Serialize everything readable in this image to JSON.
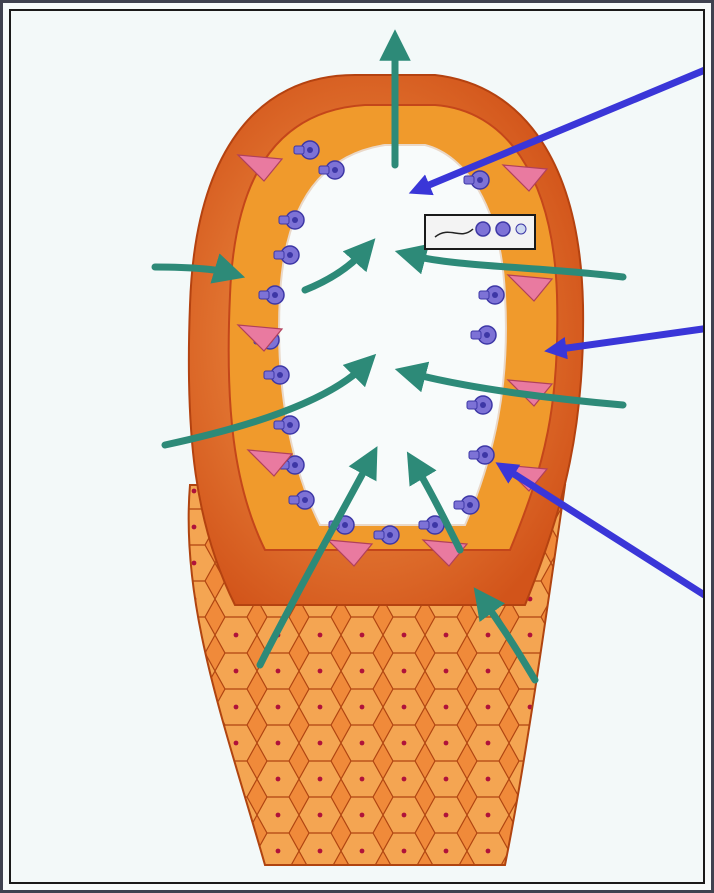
{
  "figure": {
    "subject": "duct-cross-section",
    "colors": {
      "frame_border": "#3f4250",
      "outer_wall": "#e0651c",
      "outer_wall_highlight": "#f4a54c",
      "inner_lining": "#d8431c",
      "gland_tissue": "#f19a2a",
      "lumen": "#f8fbfb",
      "cell_purple": "#7d72d6",
      "cell_nucleus": "#3d37a6",
      "pink_cell": "#e97aa0",
      "flow_arrow": "#2d8a78",
      "pointer_arrow": "#3a36d8",
      "hex_line": "#b04410"
    },
    "icons": [
      "flow-arrow",
      "pointer-arrow",
      "cell-cluster",
      "inset-box"
    ]
  }
}
